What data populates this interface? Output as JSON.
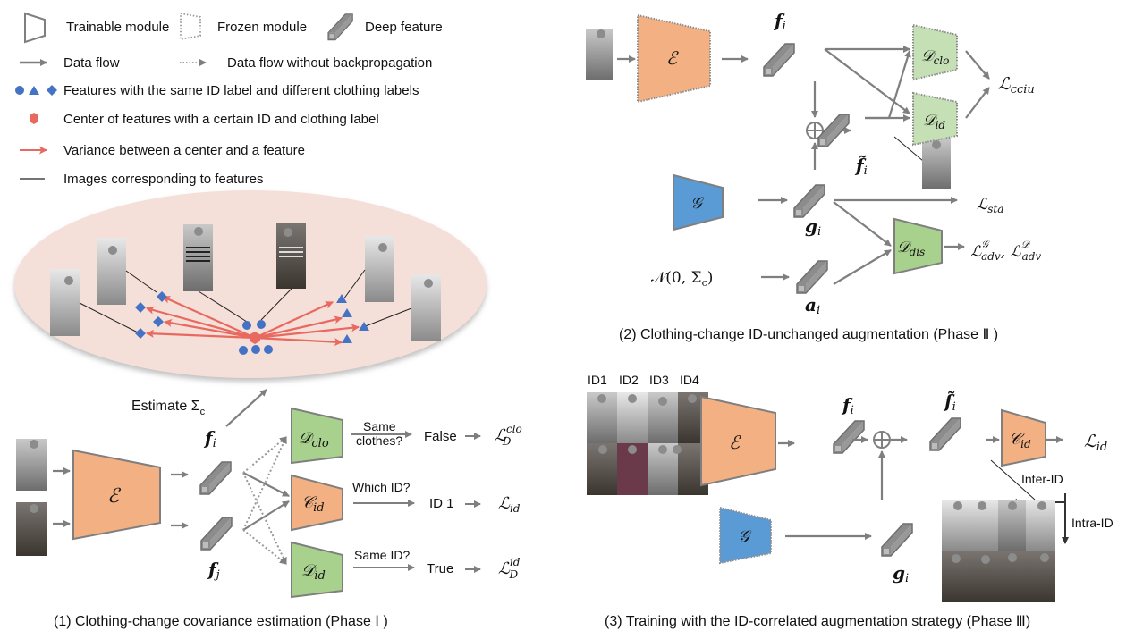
{
  "legend": {
    "trainable_module": "Trainable module",
    "frozen_module": "Frozen module",
    "deep_feature": "Deep feature",
    "data_flow": "Data flow",
    "data_flow_no_bp": "Data flow without backpropagation",
    "features_same_id": "Features with the same ID label and different clothing labels",
    "center_features": "Center of features with a certain ID and clothing label",
    "variance": "Variance between a center and a feature",
    "images_corresponding": "Images corresponding to features"
  },
  "colors": {
    "encoder": "#f3b183",
    "discriminator": "#a9d18e",
    "generator": "#5b9bd5",
    "feature_blue": "#4472c4",
    "center_red": "#e8695f",
    "ellipse": "#f6dfd9",
    "arrow_gray": "#7f7f7f"
  },
  "phase1": {
    "estimate_label": "Estimate Σ",
    "estimate_sub": "c",
    "encoder": "ℰ",
    "feature_i": "f",
    "feature_i_sub": "i",
    "feature_j": "f",
    "feature_j_sub": "j",
    "d_clo": "𝒟",
    "d_clo_sub": "clo",
    "c_id": "𝒞",
    "c_id_sub": "id",
    "d_id": "𝒟",
    "d_id_sub": "id",
    "q_same_clothes_1": "Same",
    "q_same_clothes_2": "clothes?",
    "q_which_id": "Which ID?",
    "q_same_id": "Same ID?",
    "ans_false": "False",
    "ans_id1": "ID 1",
    "ans_true": "True",
    "loss_clo": "ℒ",
    "loss_clo_sup": "clo",
    "loss_clo_sub": "D",
    "loss_id": "ℒ",
    "loss_id_sub": "id",
    "loss_did": "ℒ",
    "loss_did_sup": "id",
    "loss_did_sub": "D",
    "caption": "(1) Clothing-change covariance estimation (Phase Ⅰ )"
  },
  "phase2": {
    "encoder": "ℰ",
    "feature_i": "f",
    "feature_i_sub": "i",
    "feature_tilde": "f̃",
    "feature_tilde_sub": "i",
    "d_clo": "𝒟",
    "d_clo_sub": "clo",
    "d_id": "𝒟",
    "d_id_sub": "id",
    "loss_cciu": "ℒ",
    "loss_cciu_sub": "cciu",
    "generator": "𝒢",
    "g_feature": "g",
    "g_feature_sub": "i",
    "loss_sta": "ℒ",
    "loss_sta_sub": "sta",
    "d_dis": "𝒟",
    "d_dis_sub": "dis",
    "loss_adv_g": "ℒ",
    "loss_adv_g_sup": "𝒢",
    "loss_adv_sub": "adv",
    "loss_adv_d": "ℒ",
    "loss_adv_d_sup": "𝒟",
    "normal": "𝒩(0, Σ",
    "normal_sub": "c",
    "normal_close": ")",
    "a_feature": "a",
    "a_feature_sub": "i",
    "caption": "(2) Clothing-change ID-unchanged augmentation (Phase Ⅱ )"
  },
  "phase3": {
    "id_labels": [
      "ID1",
      "ID2",
      "ID3",
      "ID4"
    ],
    "encoder": "ℰ",
    "feature_i": "f",
    "feature_i_sub": "i",
    "feature_tilde": "f̃",
    "feature_tilde_sub": "i",
    "c_id": "𝒞",
    "c_id_sub": "id",
    "loss_id": "ℒ",
    "loss_id_sub": "id",
    "generator": "𝒢",
    "g_feature": "g",
    "g_feature_sub": "i",
    "inter_id": "Inter-ID",
    "intra_id": "Intra-ID",
    "caption": "(3) Training with the ID-correlated augmentation strategy (Phase Ⅲ)"
  }
}
